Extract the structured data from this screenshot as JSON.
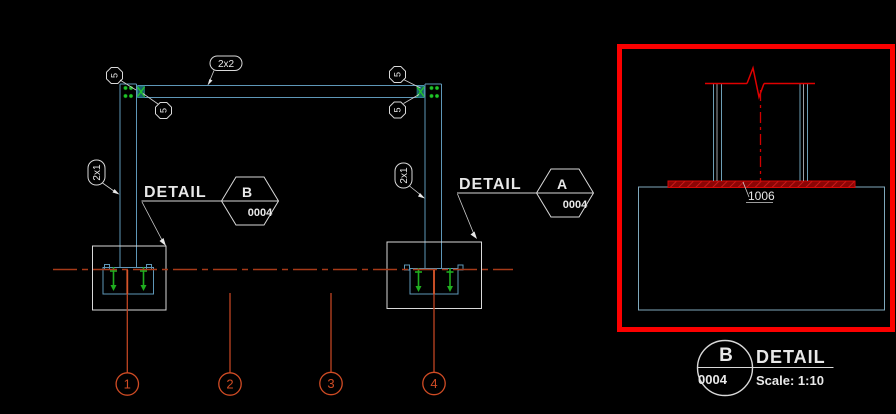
{
  "frame": {
    "beam_size_label": "2x2",
    "column_size_label": "2x1",
    "connection_balloon": "5"
  },
  "callouts": {
    "detail_b": {
      "title": "DETAIL",
      "letter": "B",
      "sheet": "0004"
    },
    "detail_a": {
      "title": "DETAIL",
      "letter": "A",
      "sheet": "0004"
    }
  },
  "grid_bubbles": [
    "1",
    "2",
    "3",
    "4"
  ],
  "detail_view": {
    "plate_mark": "1006"
  },
  "title_block": {
    "letter": "B",
    "sheet": "0004",
    "title": "DETAIL",
    "scale": "Scale: 1:10"
  },
  "colors": {
    "background": "#000000",
    "steel_blue": "#5e97b8",
    "detail_steel": "#7fa8bc",
    "outline_white": "#d9d9d9",
    "centerline_red": "#a63a18",
    "grid_red": "#bf4522",
    "bubble_red": "#cf4b24",
    "bolt_green": "#1fae1f",
    "viewport_border_red": "#fb0000",
    "plate_red": "#a50808",
    "break_line_red": "#e00000"
  }
}
